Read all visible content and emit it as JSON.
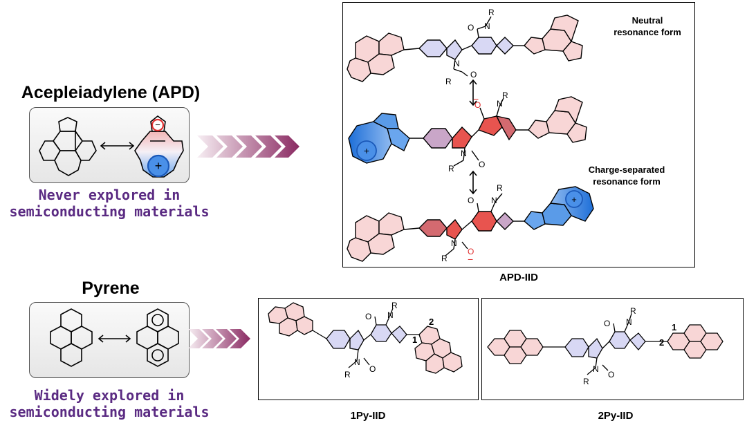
{
  "apd": {
    "title": "Acepleiadylene (APD)",
    "subtitle_line1": "Never explored in",
    "subtitle_line2": "semiconducting materials"
  },
  "pyrene": {
    "title": "Pyrene",
    "subtitle_line1": "Widely explored in",
    "subtitle_line2": "semiconducting materials"
  },
  "apd_iid": {
    "caption": "APD-IID",
    "neutral_line1": "Neutral",
    "neutral_line2": "resonance form",
    "charge_line1": "Charge-separated",
    "charge_line2": "resonance form"
  },
  "py1": {
    "caption": "1Py-IID",
    "pos1": "1",
    "pos2": "2"
  },
  "py2": {
    "caption": "2Py-IID",
    "pos1": "1",
    "pos2": "2"
  },
  "atoms": {
    "R": "R",
    "N": "N",
    "O": "O",
    "minus": "−",
    "plus": "+"
  },
  "colors": {
    "blue": "#2f7de0",
    "red": "#e8544f",
    "pink_fill": "#f8d6d6",
    "lavender_fill": "#d8d8f4",
    "chevron": "#8a2a62",
    "purple_text": "#5a2a82"
  }
}
